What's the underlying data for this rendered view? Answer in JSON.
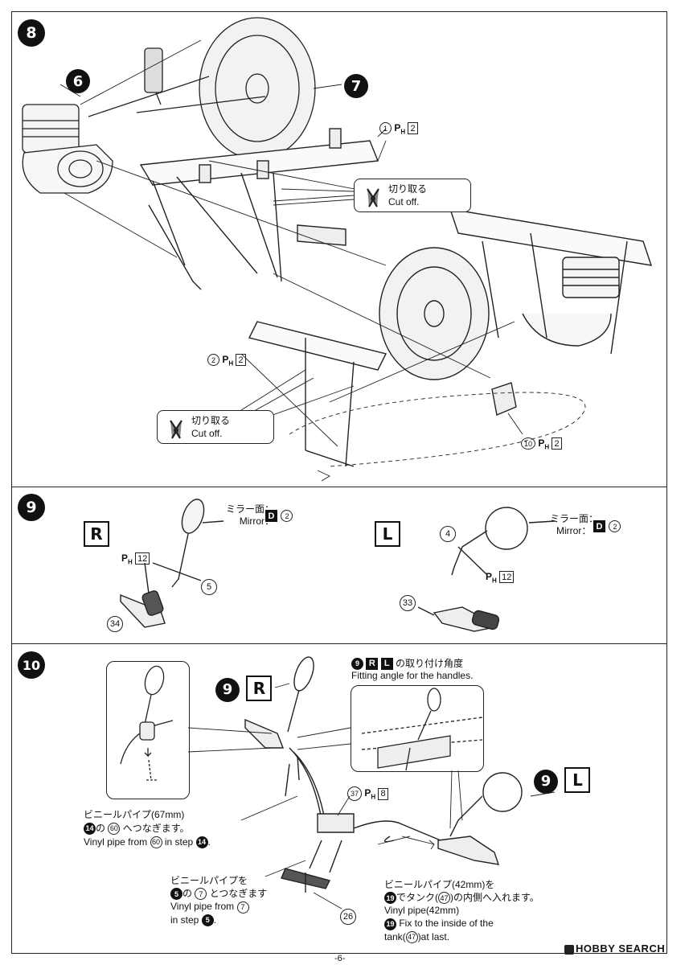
{
  "step8": {
    "number": "8",
    "parts": {
      "p6": "6",
      "p7": "7"
    },
    "cut1": {
      "ja": "切り取る",
      "en": "Cut off."
    },
    "cut2": {
      "ja": "切り取る",
      "en": "Cut off."
    },
    "part1": {
      "num": "1",
      "ph": "P",
      "sub": "H",
      "count": "2"
    },
    "part2": {
      "num": "2",
      "ph": "P",
      "sub": "H",
      "count": "2"
    },
    "part10": {
      "num": "10",
      "ph": "P",
      "sub": "H",
      "count": "2"
    }
  },
  "step9": {
    "number": "9",
    "right": {
      "letter": "R",
      "mirror_ja": "ミラー面：",
      "mirror_en": "Mirror：",
      "mirror_color": "D",
      "mirror_num": "2",
      "ph": "P",
      "sub": "H",
      "count": "12",
      "part5": "5",
      "part34": "34"
    },
    "left": {
      "letter": "L",
      "mirror_ja": "ミラー面：",
      "mirror_en": "Mirror：",
      "mirror_color": "D",
      "mirror_num": "2",
      "ph": "P",
      "sub": "H",
      "count": "12",
      "part4": "4",
      "part33": "33"
    }
  },
  "step10": {
    "number": "10",
    "ref_r": {
      "num": "9",
      "letter": "R"
    },
    "ref_l": {
      "num": "9",
      "letter": "L"
    },
    "angle": {
      "num": "9",
      "r": "R",
      "l": "L",
      "ja": "の取り付け角度",
      "en": "Fitting angle for the handles."
    },
    "part37": {
      "num": "37",
      "ph": "P",
      "sub": "H",
      "count": "8"
    },
    "part26": "26",
    "vinyl67": {
      "line1": "ビニールパイプ(67mm)",
      "line2_num": "14",
      "line2_circ": "60",
      "line2_ja": "へつなぎます。",
      "line3_pre": "Vinyl pipe from",
      "line3_circ": "60",
      "line3_mid": "in step",
      "line3_num": "14",
      "line3_end": "."
    },
    "vinyl_mid": {
      "line1": "ビニールパイプを",
      "line2_num": "5",
      "line2_circ": "7",
      "line2_ja": "とつなぎます",
      "line3_pre": "Vinyl pipe from",
      "line3_circ": "7",
      "line4_pre": "in step",
      "line4_num": "5",
      "line4_end": "."
    },
    "vinyl42": {
      "line1": "ビニールパイプ(42mm)を",
      "line2_num": "19",
      "line2_ja1": "でタンク(",
      "line2_circ": "47",
      "line2_ja2": ")の内側へ入れます。",
      "line3": "Vinyl pipe(42mm)",
      "line4_num": "19",
      "line4_text": "Fix to the inside of the",
      "line5_pre": "tank(",
      "line5_circ": "47",
      "line5_end": ")at last."
    }
  },
  "footer": {
    "page": "-6-",
    "watermark": "HOBBY SEARCH"
  }
}
